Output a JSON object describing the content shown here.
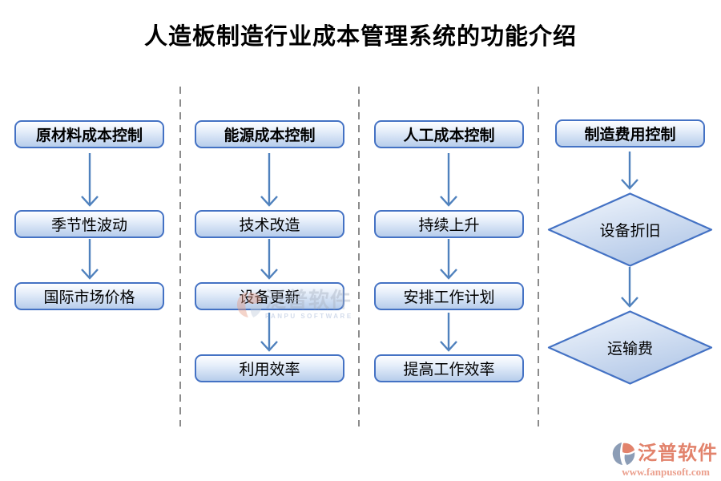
{
  "title": "人造板制造行业成本管理系统的功能介绍",
  "columns": [
    {
      "header": "原材料成本控制",
      "shape": "rounded",
      "items": [
        "季节性波动",
        "国际市场价格"
      ]
    },
    {
      "header": "能源成本控制",
      "shape": "rounded",
      "items": [
        "技术改造",
        "设备更新",
        "利用效率"
      ]
    },
    {
      "header": "人工成本控制",
      "shape": "rounded",
      "items": [
        "持续上升",
        "安排工作计划",
        "提高工作效率"
      ]
    },
    {
      "header": "制造费用控制",
      "shape": "diamond",
      "items": [
        "设备折旧",
        "运输费"
      ]
    }
  ],
  "watermark": {
    "brand": "泛普软件",
    "subtitle": "FANPU SOFTWARE"
  },
  "logo": {
    "brand": "泛普软件",
    "url": "www.fanpusoft.com"
  },
  "colors": {
    "accent_blue": "#4472c4",
    "arrow_blue": "#4f81bd",
    "box_fill_top": "#fdfeff",
    "box_fill_bottom": "#b7cdeb",
    "divider_gray": "#8c8c8c",
    "brand_salmon": "#e2836c",
    "brand_url_salmon": "#eb9f8d",
    "brand_gray_blue": "#8c9db6"
  }
}
